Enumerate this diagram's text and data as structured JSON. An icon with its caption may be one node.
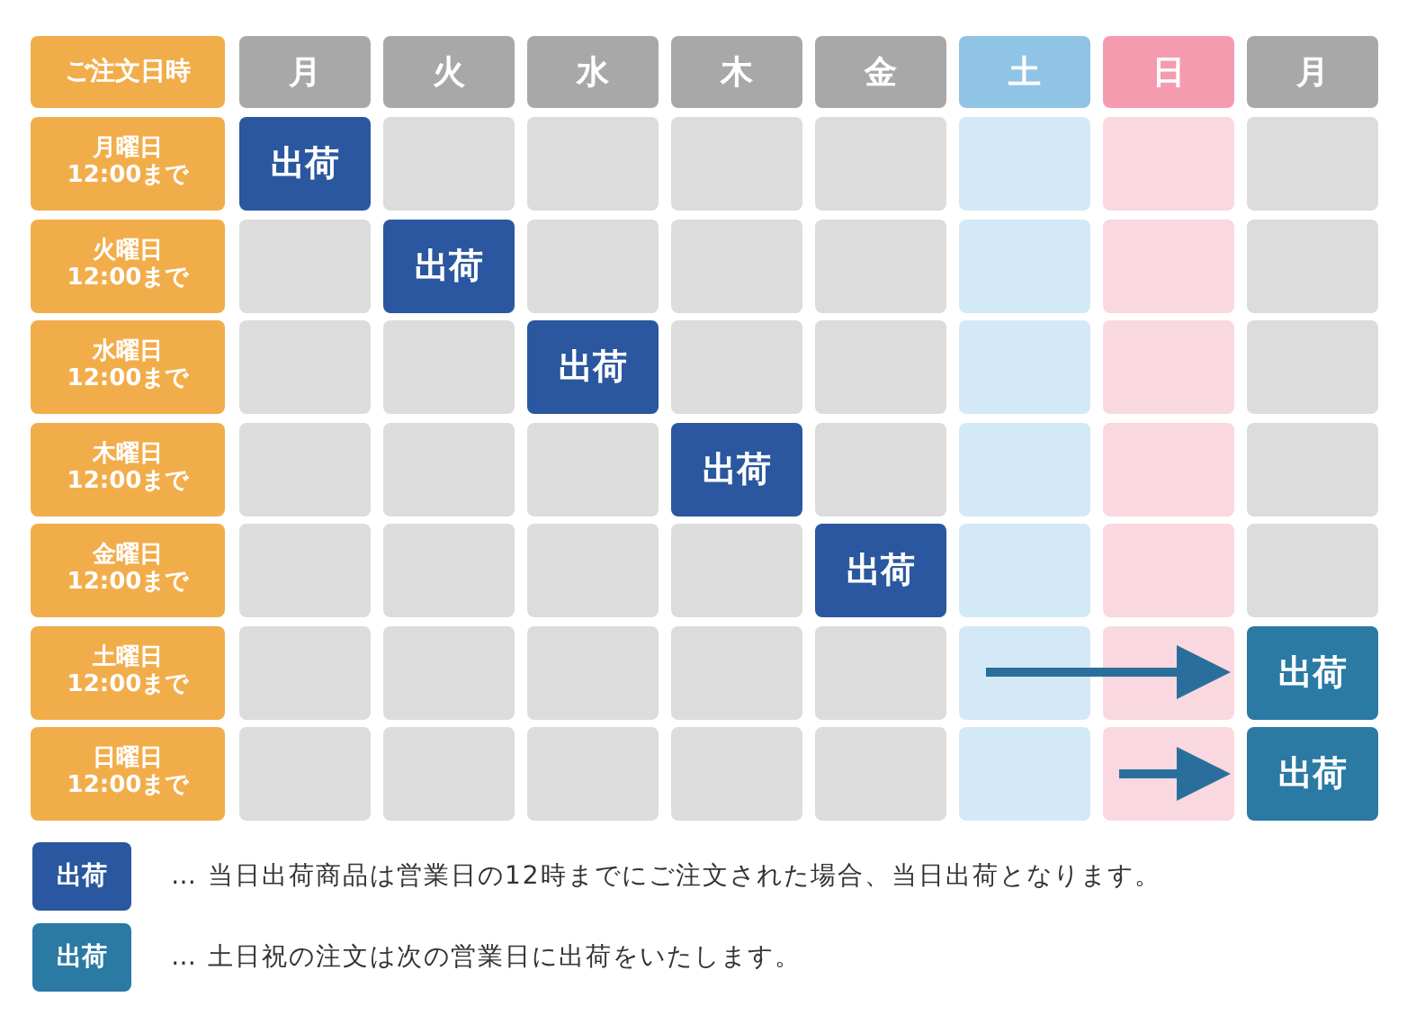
{
  "diagram": {
    "nodes": [
      {
        "text": [
          "出荷"
        ]
      },
      {
        "text": [
          "出荷"
        ]
      }
    ],
    "edges": [
      {
        "from": null,
        "to": 0,
        "arrow": "to"
      },
      {
        "from": null,
        "to": 1,
        "arrow": "to"
      }
    ],
    "labels": [
      "ご注文日時",
      "月",
      "火",
      "水",
      "木",
      "金",
      "土",
      "日",
      "月",
      "月曜日 12:00まで",
      "出荷",
      "火曜日 12:00まで",
      "出荷",
      "水曜日 12:00まで",
      "出荷",
      "木曜日 12:00まで",
      "出荷",
      "金曜日 12:00まで",
      "出荷",
      "土曜日 12:00まで",
      "日曜日 12:00まで",
      "出荷",
      "出荷"
    ],
    "legend": [
      {
        "text": "… 当日出荷商品は営業日の12時までにご注文された場合、当日出荷となります。",
        "color": "#2a579f"
      },
      {
        "text": "… 土日祝の注文は次の営業日に出荷をいたします。",
        "color": "#2a7aa3"
      }
    ]
  }
}
